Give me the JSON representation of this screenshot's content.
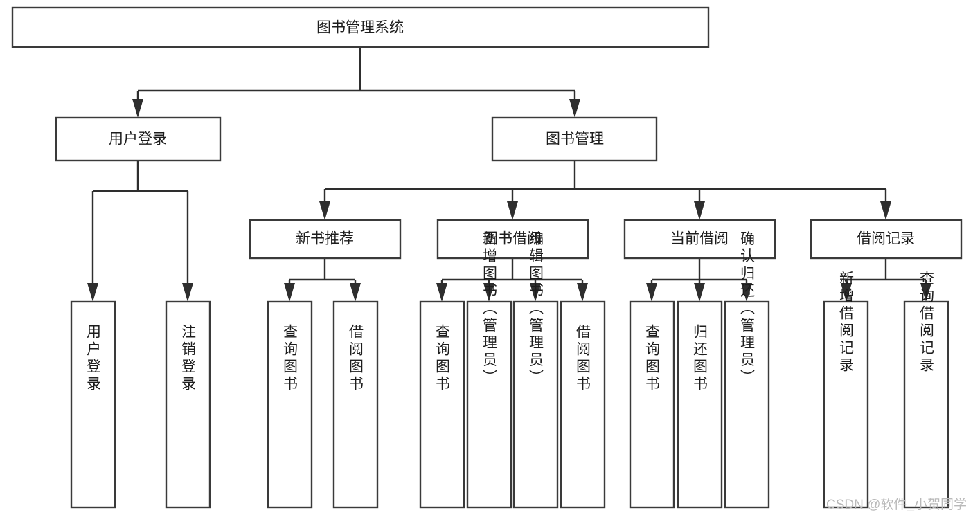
{
  "diagram": {
    "title": "图书管理系统",
    "type": "tree-hierarchy-chart",
    "root": {
      "id": "root",
      "label": "图书管理系统"
    },
    "level2": [
      {
        "id": "user-login",
        "label": "用户登录"
      },
      {
        "id": "book-manage",
        "label": "图书管理"
      }
    ],
    "level3": [
      {
        "id": "new-book-recommend",
        "label": "新书推荐",
        "parent": "book-manage"
      },
      {
        "id": "book-borrow",
        "label": "图书借阅",
        "parent": "book-manage"
      },
      {
        "id": "current-borrow",
        "label": "当前借阅",
        "parent": "book-manage"
      },
      {
        "id": "borrow-record",
        "label": "借阅记录",
        "parent": "book-manage"
      }
    ],
    "leaves": {
      "user_login": [
        {
          "id": "leaf-user-login",
          "label": "用户登录"
        },
        {
          "id": "leaf-logout-login",
          "label": "注销登录"
        }
      ],
      "new_book_recommend": [
        {
          "id": "leaf-query-book-1",
          "label": "查询图书"
        },
        {
          "id": "leaf-borrow-book-1",
          "label": "借阅图书"
        }
      ],
      "book_borrow": [
        {
          "id": "leaf-query-book-2",
          "label": "查询图书"
        },
        {
          "id": "leaf-add-book",
          "label": "新增图书（管理员）"
        },
        {
          "id": "leaf-edit-book",
          "label": "编辑图书（管理员）"
        },
        {
          "id": "leaf-borrow-book-2",
          "label": "借阅图书"
        }
      ],
      "current_borrow": [
        {
          "id": "leaf-query-book-3",
          "label": "查询图书"
        },
        {
          "id": "leaf-return-book",
          "label": "归还图书"
        },
        {
          "id": "leaf-confirm-return",
          "label": "确认归还（管理员）"
        }
      ],
      "borrow_record": [
        {
          "id": "leaf-add-record",
          "label": "新增借阅记录"
        },
        {
          "id": "leaf-query-record",
          "label": "查询借阅记录"
        }
      ]
    }
  },
  "watermark": {
    "text": "CSDN @软件_小贺同学"
  },
  "colors": {
    "box_stroke": "#3a3a3a",
    "connector": "#2e2e2e",
    "text": "#1d1d1d",
    "background": "#ffffff",
    "watermark": "#b9b9b9"
  }
}
